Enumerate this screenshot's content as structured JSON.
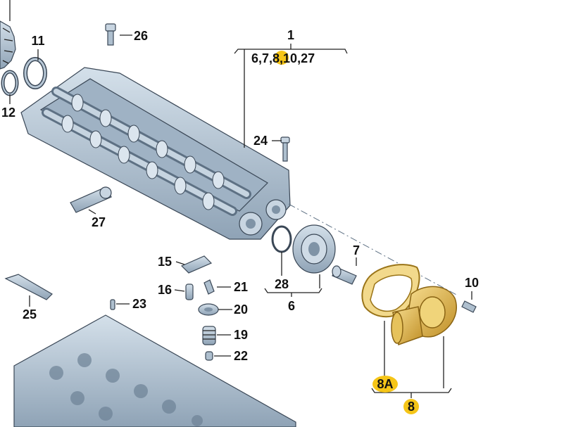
{
  "labels": {
    "l1": "1",
    "l1_items": {
      "a": "6,7,",
      "b": "8",
      "c": ",10,27"
    },
    "l6": "6",
    "l7": "7",
    "l8": "8",
    "l8a": "8A",
    "l10": "10",
    "l11": "11",
    "l12": "12",
    "l15": "15",
    "l16": "16",
    "l19": "19",
    "l20": "20",
    "l21": "21",
    "l22": "22",
    "l23": "23",
    "l24": "24",
    "l25": "25",
    "l26": "26",
    "l27": "27",
    "l28": "28"
  },
  "colors": {
    "metal": "#aebfce",
    "metal_dark": "#7f93a6",
    "outline": "#3a4756",
    "highlight_part": "#e9c15a",
    "highlight_part_dark": "#b98a1f",
    "label_marker": "#f5c518"
  }
}
